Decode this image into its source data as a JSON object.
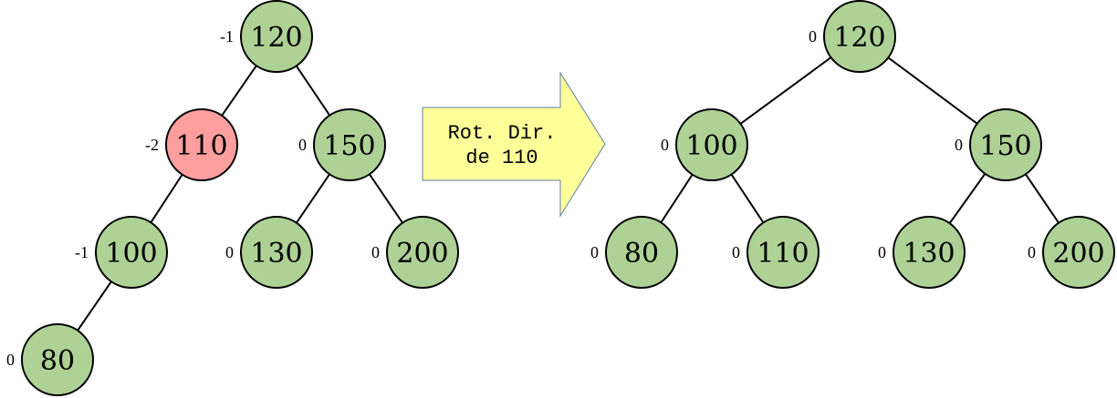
{
  "colors": {
    "node_fill": "#aed195",
    "node_highlight_fill": "#ff9e9e",
    "node_stroke": "#000000",
    "arrow_fill": "#ffff99",
    "arrow_stroke": "#5b7fa6"
  },
  "arrow": {
    "line1": "Rot. Dir.",
    "line2": "de 110"
  },
  "trees": [
    {
      "name": "before",
      "nodes": [
        {
          "id": "n120",
          "value": "120",
          "balance": "-1",
          "highlight": false
        },
        {
          "id": "n110",
          "value": "110",
          "balance": "-2",
          "highlight": true
        },
        {
          "id": "n150",
          "value": "150",
          "balance": "0",
          "highlight": false
        },
        {
          "id": "n100",
          "value": "100",
          "balance": "-1",
          "highlight": false
        },
        {
          "id": "n130",
          "value": "130",
          "balance": "0",
          "highlight": false
        },
        {
          "id": "n200",
          "value": "200",
          "balance": "0",
          "highlight": false
        },
        {
          "id": "n80",
          "value": "80",
          "balance": "0",
          "highlight": false
        }
      ],
      "edges": [
        [
          "n120",
          "n110"
        ],
        [
          "n120",
          "n150"
        ],
        [
          "n110",
          "n100"
        ],
        [
          "n150",
          "n130"
        ],
        [
          "n150",
          "n200"
        ],
        [
          "n100",
          "n80"
        ]
      ]
    },
    {
      "name": "after",
      "nodes": [
        {
          "id": "m120",
          "value": "120",
          "balance": "0",
          "highlight": false
        },
        {
          "id": "m100",
          "value": "100",
          "balance": "0",
          "highlight": false
        },
        {
          "id": "m150",
          "value": "150",
          "balance": "0",
          "highlight": false
        },
        {
          "id": "m80",
          "value": "80",
          "balance": "0",
          "highlight": false
        },
        {
          "id": "m110",
          "value": "110",
          "balance": "0",
          "highlight": false
        },
        {
          "id": "m130",
          "value": "130",
          "balance": "0",
          "highlight": false
        },
        {
          "id": "m200",
          "value": "200",
          "balance": "0",
          "highlight": false
        }
      ],
      "edges": [
        [
          "m120",
          "m100"
        ],
        [
          "m120",
          "m150"
        ],
        [
          "m100",
          "m80"
        ],
        [
          "m100",
          "m110"
        ],
        [
          "m150",
          "m130"
        ],
        [
          "m150",
          "m200"
        ]
      ]
    }
  ]
}
